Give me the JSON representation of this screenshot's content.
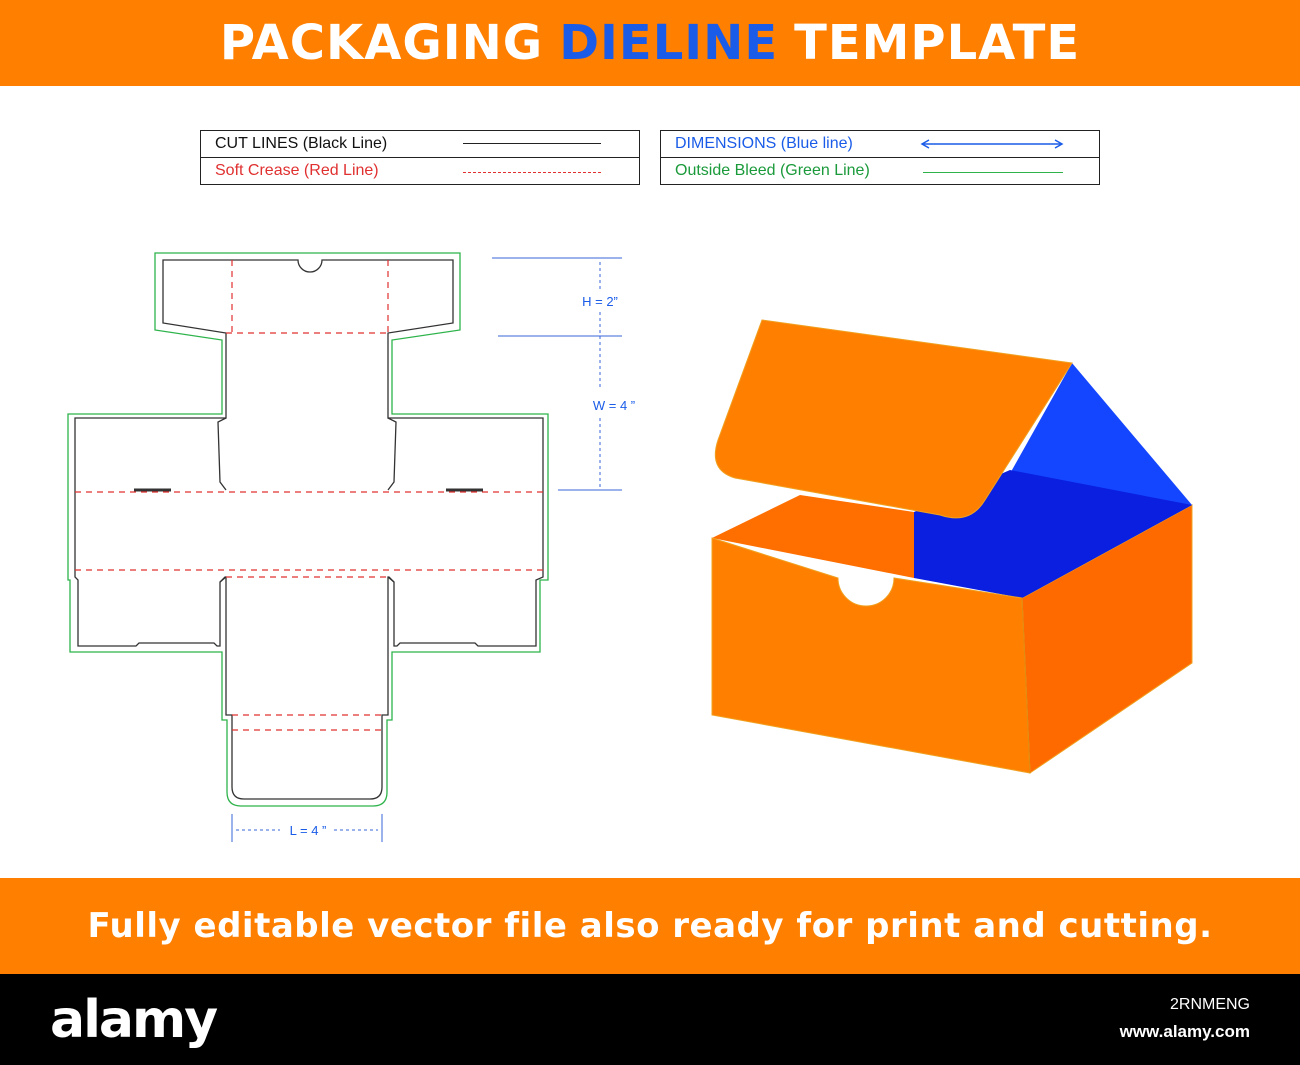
{
  "header": {
    "title_part1": "PACKAGING",
    "title_part2": "DIELINE",
    "title_part3": "TEMPLATE"
  },
  "legend": {
    "cut_lines": "CUT LINES (Black Line)",
    "soft_crease": "Soft Crease (Red Line)",
    "dimensions": "DIMENSIONS (Blue line)",
    "outside_bleed": "Outside Bleed (Green Line)"
  },
  "dimensions": {
    "height": "H = 2”",
    "width": "W = 4 ”",
    "length": "L = 4 ”"
  },
  "colors": {
    "banner": "#ff7f00",
    "accent_blue": "#1a5ce8",
    "cut": "#222222",
    "crease": "#e03030",
    "dimension": "#1a5ce8",
    "bleed": "#2db34a",
    "box_orange": "#ff8000",
    "box_orange_dark": "#ff6a00",
    "box_inner_blue": "#0a1fe0",
    "box_lid_blue": "#1446ff"
  },
  "footer_banner": {
    "text": "Fully editable vector file also ready for print and cutting."
  },
  "footer": {
    "logo": "alamy",
    "image_code": "2RNMENG",
    "url": "www.alamy.com"
  }
}
